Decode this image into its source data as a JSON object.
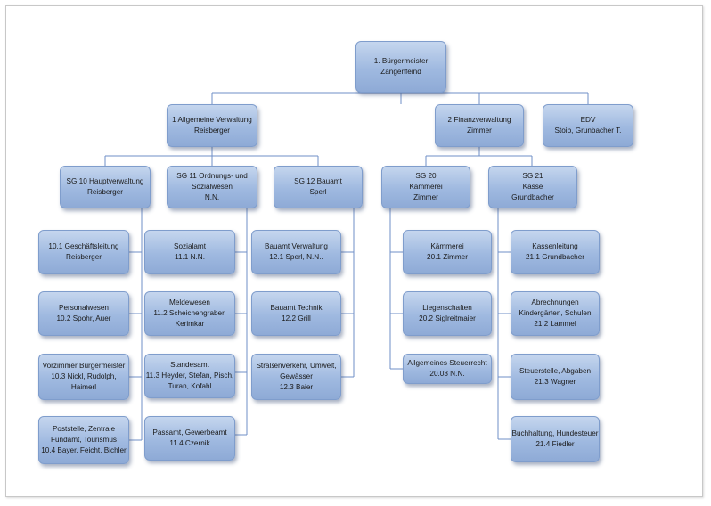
{
  "org_chart": {
    "buergermeister": {
      "line1": "1. Bürgermeister",
      "line2": "Zangenfeind"
    },
    "allgemeine_verwaltung": {
      "line1": "1 Allgemeine Verwaltung",
      "line2": "Reisberger"
    },
    "finanzverwaltung": {
      "line1": "2 Finanzverwaltung",
      "line2": "Zimmer"
    },
    "edv": {
      "line1": "EDV",
      "line2": "Stoib, Grunbacher T."
    },
    "sg10": {
      "line1": "SG 10 Hauptverwaltung",
      "line2": "Reisberger"
    },
    "sg11": {
      "line1": "SG 11 Ordnungs- und",
      "line2": "Sozialwesen",
      "line3": "N.N."
    },
    "sg12": {
      "line1": "SG 12 Bauamt",
      "line2": "Sperl"
    },
    "sg20": {
      "line1": "SG 20",
      "line2": "Kämmerei",
      "line3": "Zimmer"
    },
    "sg21": {
      "line1": "SG 21",
      "line2": "Kasse",
      "line3": "Grundbacher"
    },
    "u10_1": {
      "line1": "10.1 Geschäftsleitung",
      "line2": "Reisberger"
    },
    "u10_2": {
      "line1": "Personalwesen",
      "line2": "10.2 Spohr, Auer"
    },
    "u10_3": {
      "line1": "Vorzimmer Bürgermeister",
      "line2": "10.3 Nickl, Rudolph,",
      "line3": "Haimerl"
    },
    "u10_4": {
      "line1": "Poststelle, Zentrale",
      "line2": "Fundamt, Tourismus",
      "line3": "10.4 Bayer, Feicht, Bichler"
    },
    "u11_1": {
      "line1": "Sozialamt",
      "line2": "11.1 N.N."
    },
    "u11_2": {
      "line1": "Meldewesen",
      "line2": "11.2 Scheichengraber,",
      "line3": "Kerimkar"
    },
    "u11_3": {
      "line1": "Standesamt",
      "line2": "11.3 Heyder, Stefan, Pisch,",
      "line3": "Turan, Kofahl"
    },
    "u11_4": {
      "line1": "Passamt, Gewerbeamt",
      "line2": "11.4 Czernik"
    },
    "u12_1": {
      "line1": "Bauamt Verwaltung",
      "line2": "12.1 Sperl, N.N.."
    },
    "u12_2": {
      "line1": "Bauamt Technik",
      "line2": "12.2 Grill"
    },
    "u12_3": {
      "line1": "Straßenverkehr, Umwelt,",
      "line2": "Gewässer",
      "line3": "12.3 Baier"
    },
    "u20_1": {
      "line1": "Kämmerei",
      "line2": "20.1 Zimmer"
    },
    "u20_2": {
      "line1": "Liegenschaften",
      "line2": "20.2 Siglreitmaier"
    },
    "u20_3": {
      "line1": "Allgemeines Steuerrecht",
      "line2": "20.03 N.N."
    },
    "u21_1": {
      "line1": "Kassenleitung",
      "line2": "21.1 Grundbacher"
    },
    "u21_2": {
      "line1": "Abrechnungen",
      "line2": "Kindergärten, Schulen",
      "line3": "21.2 Lammel"
    },
    "u21_3": {
      "line1": "Steuerstelle, Abgaben",
      "line2": "21.3 Wagner"
    },
    "u21_4": {
      "line1": "Buchhaltung, Hundesteuer",
      "line2": "21.4 Fiedler"
    }
  },
  "colors": {
    "box_fill": "#a8c0e4",
    "box_border": "#7f9dcc",
    "connector": "#6f8fc7"
  }
}
